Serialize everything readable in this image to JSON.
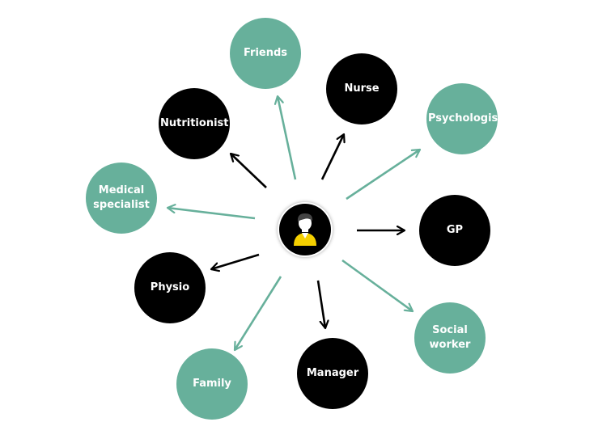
{
  "diagram": {
    "center": {
      "icon": "person-avatar-icon",
      "colors": {
        "fill": "#000000",
        "shirt": "#f5d000",
        "hair": "#444444",
        "skin": "#ffffff"
      }
    },
    "colors": {
      "teal": "#67b09b",
      "black": "#000000",
      "arrow_teal": "#67b09b",
      "arrow_black": "#000000"
    },
    "nodes": [
      {
        "id": "friends",
        "label": "Friends",
        "style": "teal"
      },
      {
        "id": "nurse",
        "label": "Nurse",
        "style": "black"
      },
      {
        "id": "psychologist",
        "label": "Psychologist",
        "style": "teal"
      },
      {
        "id": "nutritionist",
        "label": "Nutritionist",
        "style": "black"
      },
      {
        "id": "medical-specialist",
        "label": "Medical\nspecialist",
        "style": "teal"
      },
      {
        "id": "gp",
        "label": "GP",
        "style": "black"
      },
      {
        "id": "physio",
        "label": "Physio",
        "style": "black"
      },
      {
        "id": "social-worker",
        "label": "Social\nworker",
        "style": "teal"
      },
      {
        "id": "family",
        "label": "Family",
        "style": "teal"
      },
      {
        "id": "manager",
        "label": "Manager",
        "style": "black"
      }
    ]
  }
}
